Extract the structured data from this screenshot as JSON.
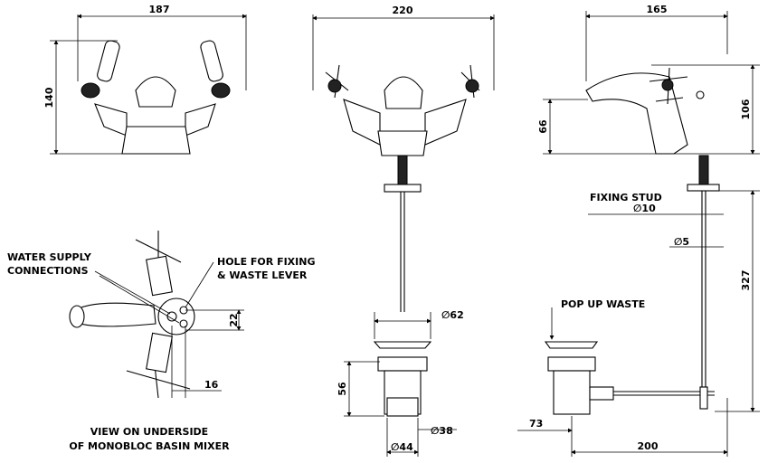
{
  "front_view": {
    "width": "187",
    "height": "140"
  },
  "front_view_2": {
    "width": "220"
  },
  "side_view": {
    "width": "165",
    "height_total": "106",
    "height_spout": "66"
  },
  "fixing": {
    "label": "FIXING STUD",
    "stud_dia": "∅10",
    "rod_dia": "∅5",
    "length": "327"
  },
  "underside": {
    "supply_label_1": "WATER SUPPLY",
    "supply_label_2": "CONNECTIONS",
    "hole_label_1": "HOLE FOR FIXING",
    "hole_label_2": "& WASTE LEVER",
    "dim_22": "22",
    "dim_16": "16",
    "caption_1": "VIEW ON UNDERSIDE",
    "caption_2": "OF MONOBLOC BASIN MIXER"
  },
  "waste_front": {
    "flange_dia": "∅62",
    "height": "56",
    "body_dia": "∅38",
    "base_dia": "∅44"
  },
  "waste_side": {
    "label": "POP UP WASTE",
    "dim_73": "73",
    "dim_200": "200"
  }
}
